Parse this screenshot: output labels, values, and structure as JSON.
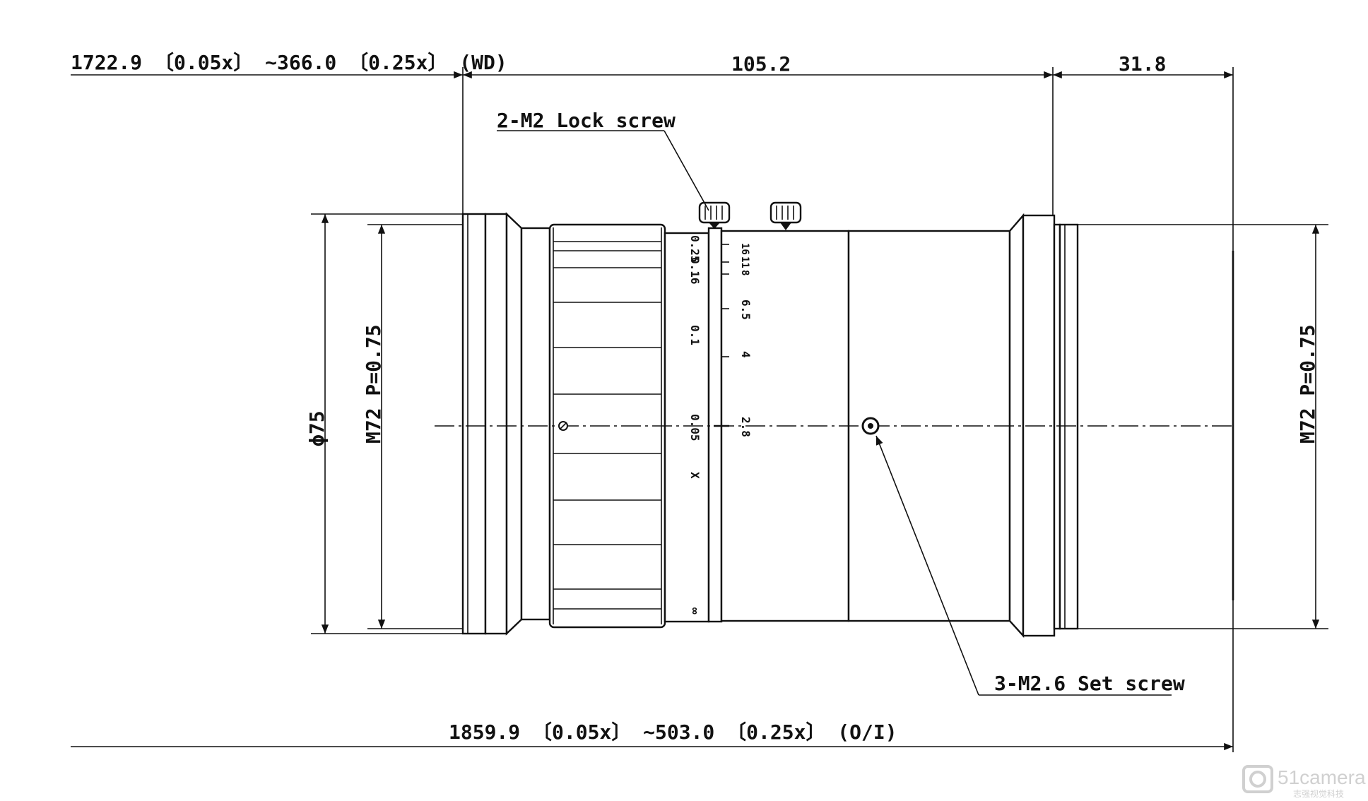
{
  "dimensions": {
    "wd_range": "1722.9 〔0.05x〕 ~366.0 〔0.25x〕 (WD)",
    "length_main": "105.2",
    "length_rear": "31.8",
    "oi_range": "1859.9 〔0.05x〕 ~503.0 〔0.25x〕 (O/I)",
    "diameter": "ϕ75",
    "front_thread": "M72 P=0.75",
    "rear_thread": "M72 P=0.75"
  },
  "callouts": {
    "lock_screw": "2-M2 Lock screw",
    "set_screw": "3-M2.6 Set screw"
  },
  "scale_left": [
    "0.25",
    "0.16",
    "0.1",
    "0.05",
    "X",
    "∞"
  ],
  "scale_right": [
    "16",
    "11",
    "8",
    "6.5",
    "4",
    "2.8"
  ],
  "watermark": {
    "brand": "51camera",
    "sub": "志强视觉科技"
  }
}
